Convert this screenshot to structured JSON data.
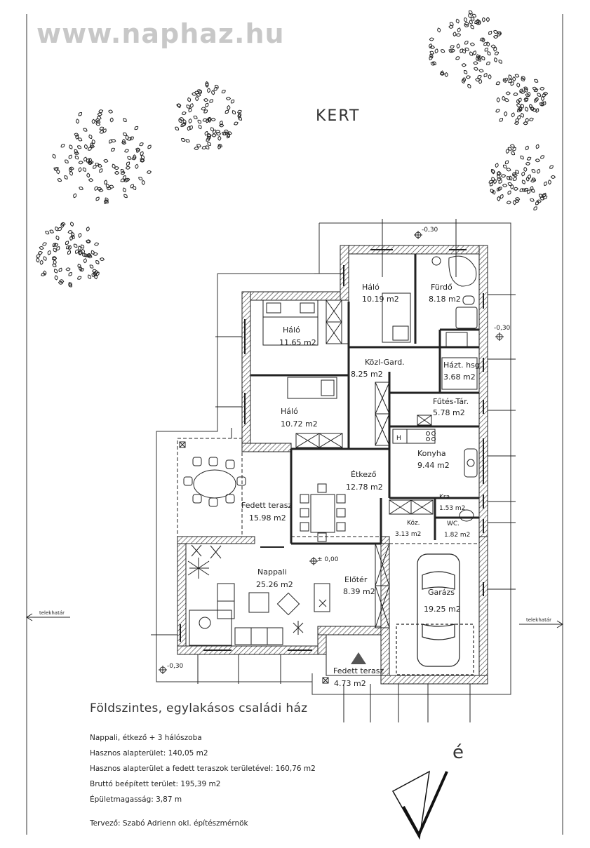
{
  "watermark": "www.naphaz.hu",
  "garden_label": "KERT",
  "rooms": [
    {
      "id": "halo-2",
      "name": "Háló",
      "area": "10.19 m2"
    },
    {
      "id": "furdo",
      "name": "Fürdő",
      "area": "8.18 m2"
    },
    {
      "id": "halo-1",
      "name": "Háló",
      "area": "11.65 m2"
    },
    {
      "id": "kozl-gard",
      "name": "Közl-Gard.",
      "area": "8.25 m2"
    },
    {
      "id": "hazt-hsg",
      "name": "Házt. hsg.",
      "area": "3.68 m2"
    },
    {
      "id": "futes-tar",
      "name": "Fűtés-Tár.",
      "area": "5.78 m2"
    },
    {
      "id": "halo-3",
      "name": "Háló",
      "area": "10.72 m2"
    },
    {
      "id": "konyha",
      "name": "Konyha",
      "area": "9.44 m2"
    },
    {
      "id": "etkezo",
      "name": "Étkező",
      "area": "12.78 m2"
    },
    {
      "id": "fedett-terasz-1",
      "name": "Fedett terasz",
      "area": "15.98 m2"
    },
    {
      "id": "kra",
      "name": "Kra.",
      "area": "1.53 m2"
    },
    {
      "id": "koz",
      "name": "Köz.",
      "area": "3.13 m2"
    },
    {
      "id": "wc",
      "name": "WC.",
      "area": "1.82 m2"
    },
    {
      "id": "nappali",
      "name": "Nappali",
      "area": "25.26 m2"
    },
    {
      "id": "eloter",
      "name": "Előtér",
      "area": "8.39 m2"
    },
    {
      "id": "garazs",
      "name": "Garázs",
      "area": "19.25 m2"
    },
    {
      "id": "fedett-terasz-2",
      "name": "Fedett terasz",
      "area": "4.73 m2"
    }
  ],
  "levels": {
    "top": "-0,30",
    "right": "-0,30",
    "left_bottom": "-0,30",
    "floor": "± 0,00"
  },
  "boundary": {
    "left": "telekhatár",
    "right": "telekhatár"
  },
  "symbols": {
    "heater": "H"
  },
  "info": {
    "title": "Földszintes, egylakásos családi ház",
    "lines": [
      "Nappali, étkező + 3 hálószoba",
      "Hasznos alapterület: 140,05 m2",
      "Hasznos alapterület a fedett teraszok területével: 160,76 m2",
      "Bruttó beépített terület: 195,39 m2",
      "Épületmagasság: 3,87 m"
    ],
    "designer": "Tervező: Szabó Adrienn okl. építészmérnök"
  },
  "north_marker": "é"
}
